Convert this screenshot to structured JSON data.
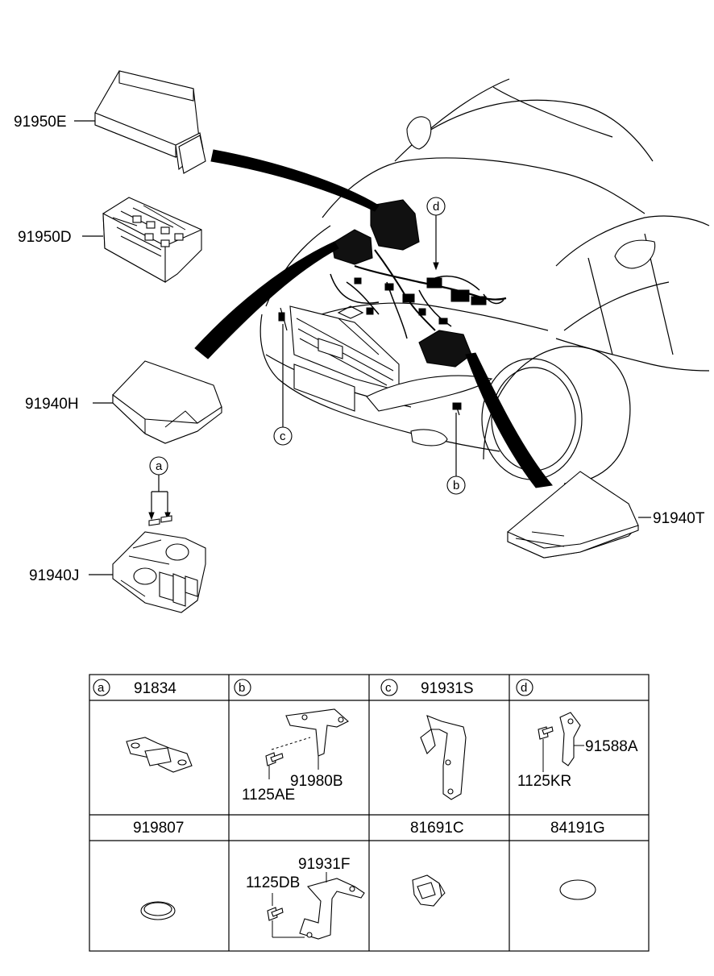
{
  "callouts": {
    "p91950E": "91950E",
    "p91950D": "91950D",
    "p91940H": "91940H",
    "p91940J": "91940J",
    "p91940T": "91940T",
    "ref_a": "a",
    "ref_b": "b",
    "ref_c": "c",
    "ref_d": "d"
  },
  "table": {
    "row1": [
      {
        "letter": "a",
        "part": "91834"
      },
      {
        "letter": "b",
        "part": ""
      },
      {
        "letter": "c",
        "part": "91931S"
      },
      {
        "letter": "d",
        "part": ""
      }
    ],
    "b_labels": {
      "bolt": "1125AE",
      "bracket": "91980B"
    },
    "d_labels": {
      "bolt": "1125KR",
      "bracket": "91588A"
    },
    "row2": [
      "919807",
      "",
      "81691C",
      "84191G"
    ],
    "f_labels": {
      "bracket": "91931F",
      "bolt": "1125DB"
    }
  }
}
